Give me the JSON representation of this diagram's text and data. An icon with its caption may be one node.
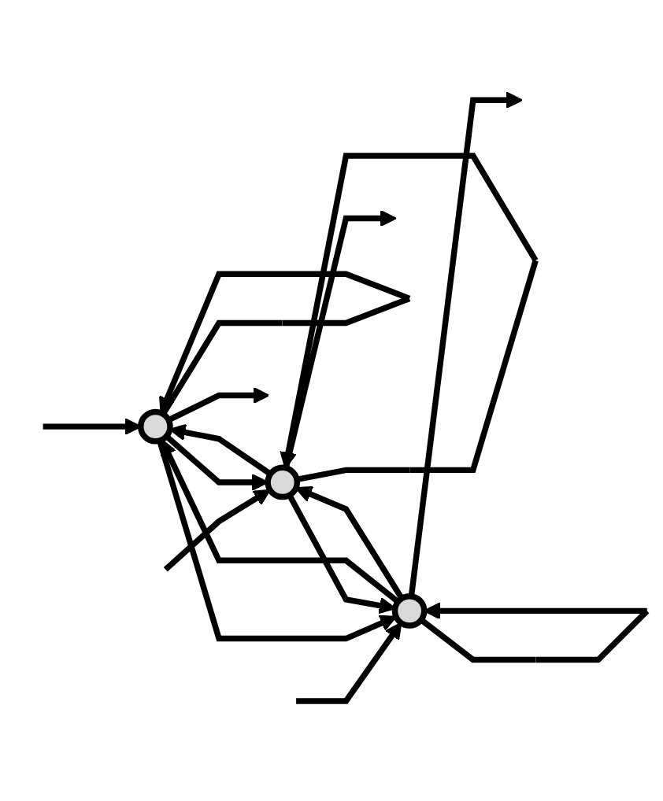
{
  "diagram": {
    "nodes": [
      {
        "text": [],
        "shape": "circle"
      },
      {
        "text": [],
        "shape": "circle"
      },
      {
        "text": [],
        "shape": "circle"
      }
    ],
    "edges": [
      {
        "from": null,
        "to": 0,
        "arrow": "to"
      },
      {
        "from": null,
        "to": 1,
        "arrow": "to"
      },
      {
        "from": null,
        "to": 2,
        "arrow": "to"
      },
      {
        "from": 0,
        "to": null,
        "arrow": "to"
      },
      {
        "from": 1,
        "to": null,
        "arrow": "to"
      },
      {
        "from": 2,
        "to": null,
        "arrow": "to"
      },
      {
        "from": 0,
        "to": 0,
        "arrow": "to"
      },
      {
        "from": 0,
        "to": 1,
        "arrow": "to"
      },
      {
        "from": 0,
        "to": 2,
        "arrow": "to"
      },
      {
        "from": 1,
        "to": 0,
        "arrow": "to"
      },
      {
        "from": 1,
        "to": 1,
        "arrow": "to"
      },
      {
        "from": 1,
        "to": 2,
        "arrow": "to"
      },
      {
        "from": 2,
        "to": 0,
        "arrow": "to"
      },
      {
        "from": 2,
        "to": 1,
        "arrow": "to"
      },
      {
        "from": 2,
        "to": 2,
        "arrow": "to"
      }
    ]
  }
}
